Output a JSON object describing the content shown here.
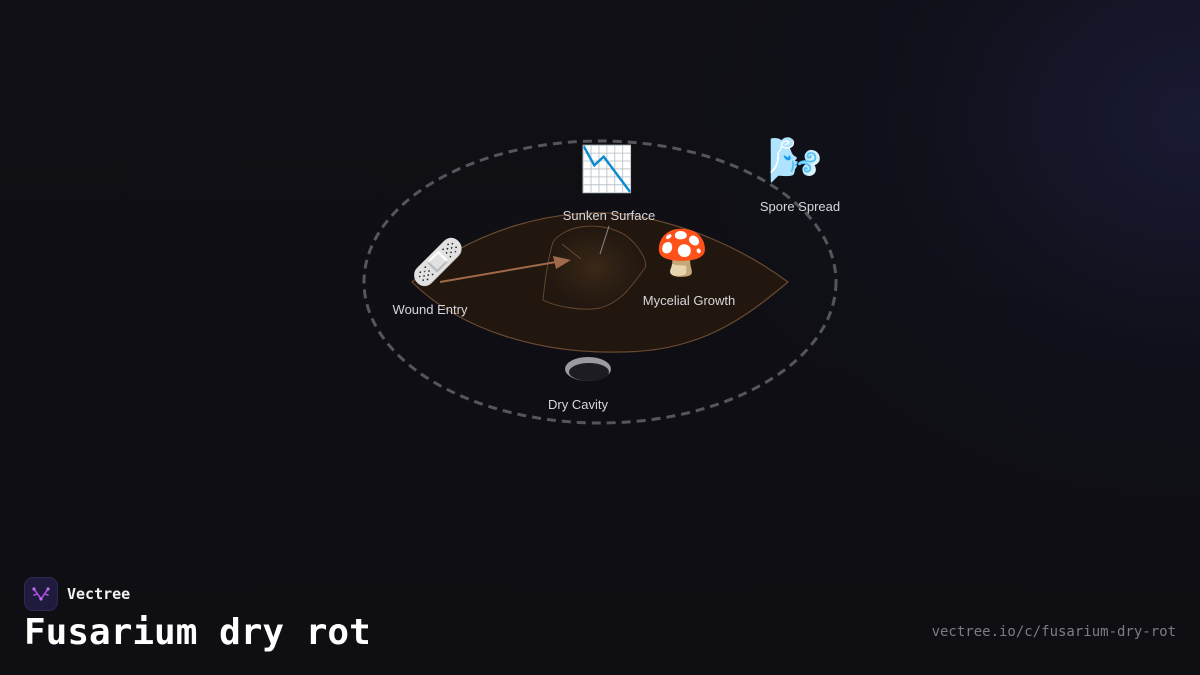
{
  "brand": {
    "name": "Vectree",
    "logo_icon": "vectree-branch-icon",
    "accent": "#a84de0"
  },
  "title": "Fusarium dry rot",
  "url": "vectree.io/c/fusarium-dry-rot",
  "diagram": {
    "nodes": [
      {
        "id": "sunken-surface",
        "label": "Sunken Surface",
        "icon": "chart-decreasing-icon",
        "glyph": "📉"
      },
      {
        "id": "spore-spread",
        "label": "Spore Spread",
        "icon": "wind-gust-icon",
        "glyph": "🌬️"
      },
      {
        "id": "wound-entry",
        "label": "Wound Entry",
        "icon": "bandage-icon",
        "glyph": "🩹"
      },
      {
        "id": "mycelial-growth",
        "label": "Mycelial Growth",
        "icon": "mushroom-icon",
        "glyph": "🍄"
      },
      {
        "id": "dry-cavity",
        "label": "Dry Cavity",
        "icon": "hole-icon",
        "glyph": "🕳️"
      }
    ],
    "colors": {
      "cycle_ring": "#55555c",
      "tuber_fill": "#2a1d14",
      "tuber_stroke": "#6b4a30",
      "arrow": "#a0694a"
    }
  }
}
